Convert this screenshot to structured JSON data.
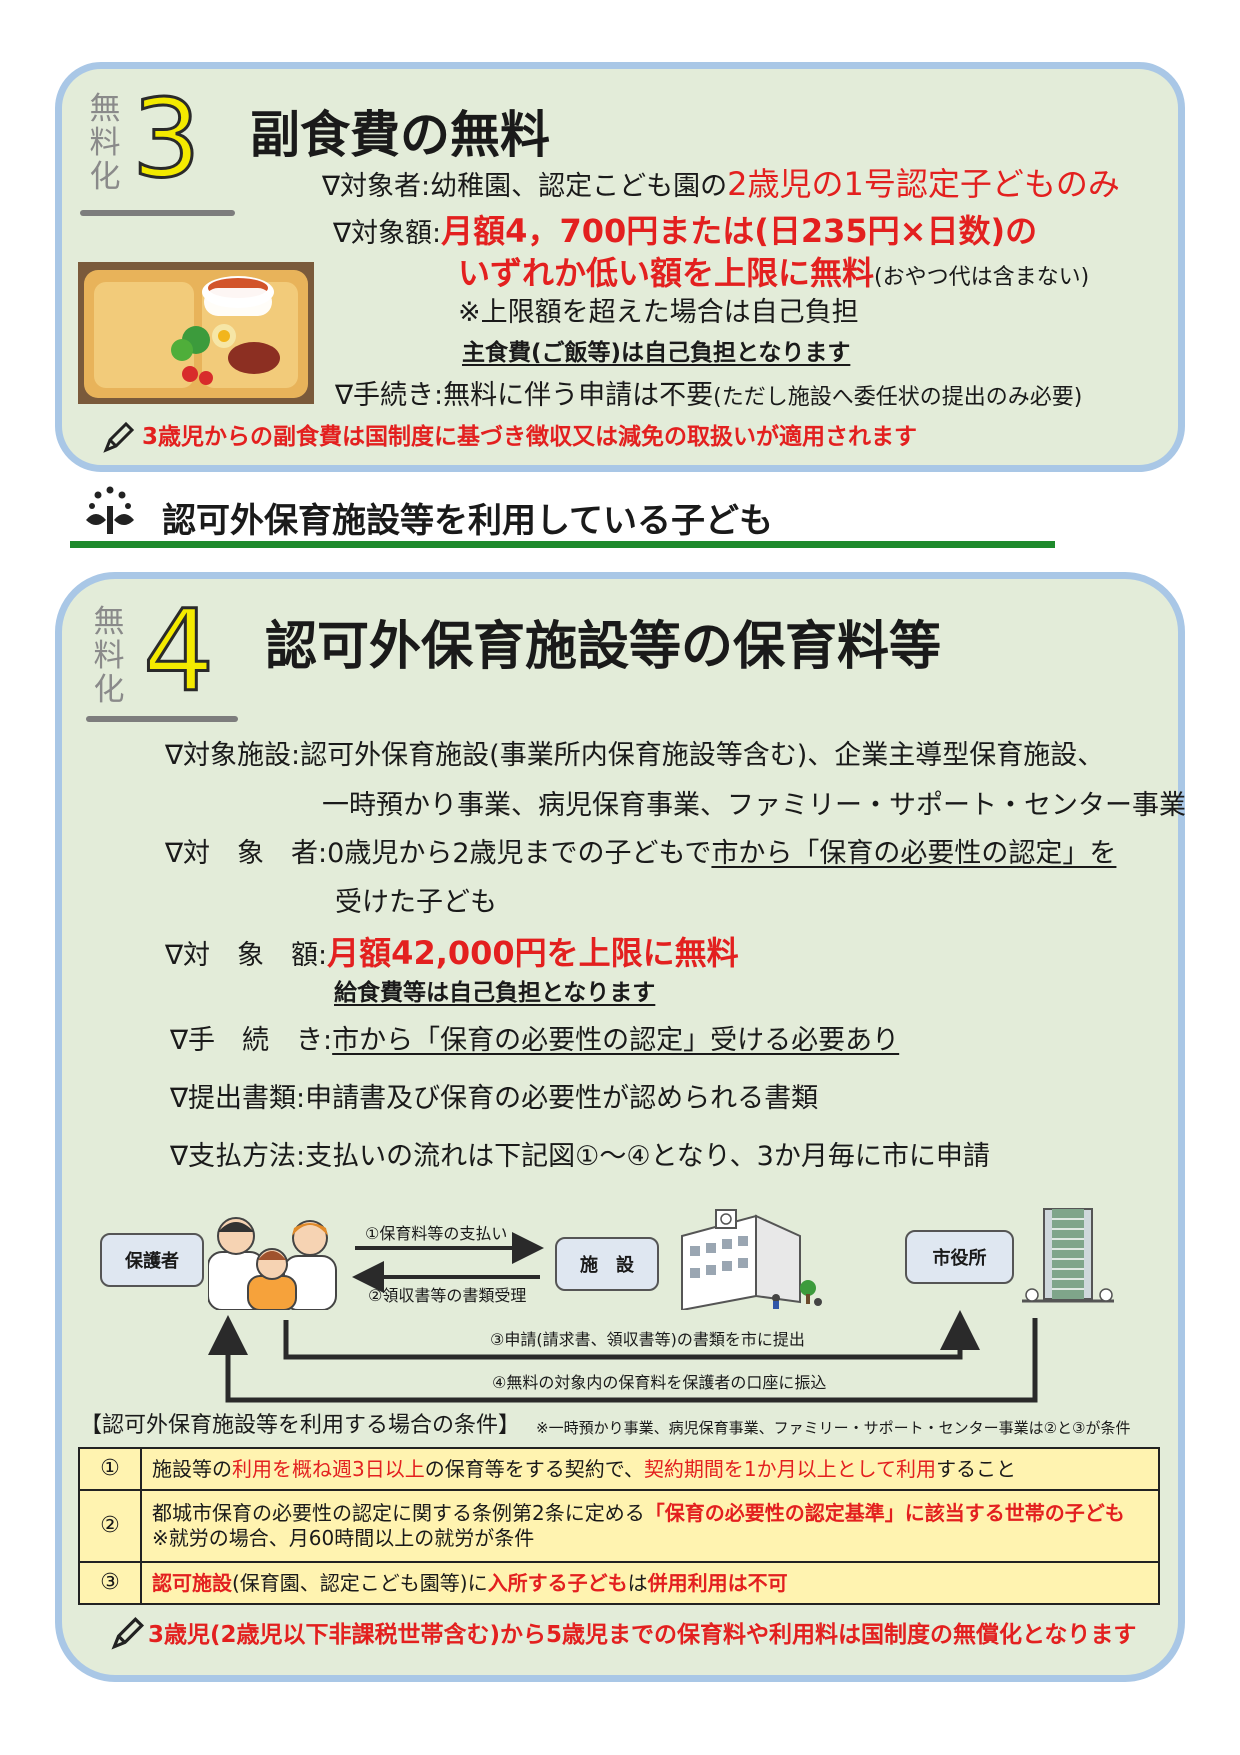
{
  "section3": {
    "vertical_label": "無料化",
    "number": "3",
    "title": "副食費の無料",
    "target_prefix": "∇対象者:幼稚園、認定こども園の",
    "target_highlight": "2歳児の1号認定子どものみ",
    "amount_label": "∇対象額:",
    "amount_line1": "月額4，700円または(日235円×日数)の",
    "amount_line2_red": "いずれか低い額を上限に無料",
    "amount_line2_note": "(おやつ代は含まない)",
    "excess_note": "※上限額を超えた場合は自己負担",
    "staple_note": "主食費(ご飯等)は自己負担となります",
    "procedure": "∇手続き:無料に伴う申請は不要",
    "procedure_note": "(ただし施設へ委任状の提出のみ必要)",
    "footnote": "3歳児からの副食費は国制度に基づき徴収又は減免の取扱いが適用されます"
  },
  "heading": {
    "text": "認可外保育施設等を利用している子ども"
  },
  "section4": {
    "vertical_label": "無料化",
    "number": "4",
    "title": "認可外保育施設等の保育料等",
    "facility_line1": "∇対象施設:認可外保育施設(事業所内保育施設等含む)、企業主導型保育施設、",
    "facility_line2": "一時預かり事業、病児保育事業、ファミリー・サポート・センター事業",
    "target_prefix": "∇対　象　者:0歳児から2歳児までの子どもで",
    "target_underlined": "市から「保育の必要性の認定」を",
    "target_line2": "受けた子ども",
    "amount_label": "∇対　象　額:",
    "amount_value": "月額42,000円を上限に無料",
    "meal_note": "給食費等は自己負担となります",
    "procedure_label": "∇手　続　き:",
    "procedure_value": "市から「保育の必要性の認定」受ける必要あり",
    "documents": "∇提出書類:申請書及び保育の必要性が認められる書類",
    "payment": "∇支払方法:支払いの流れは下記図①～④となり、3か月毎に市に申請"
  },
  "flow": {
    "guardian": "保護者",
    "facility": "施　設",
    "city": "市役所",
    "step1": "①保育料等の支払い",
    "step2": "②領収書等の書類受理",
    "step3": "③申請(請求書、領収書等)の書類を市に提出",
    "step4": "④無料の対象内の保育料を保護者の口座に振込"
  },
  "conditions": {
    "title": "【認可外保育施設等を利用する場合の条件】",
    "note": "※一時預かり事業、病児保育事業、ファミリー・サポート・センター事業は②と③が条件",
    "rows": [
      {
        "num": "①",
        "t1": "施設等の",
        "r1": "利用を概ね週3日以上",
        "t2": "の保育等をする契約で、",
        "r2": "契約期間を1か月以上として利用",
        "t3": "すること"
      },
      {
        "num": "②",
        "t1": "都城市保育の必要性の認定に関する条例第2条に定める",
        "r1": "「保育の必要性の認定基準」に該当する世帯の子ども",
        "t2": "※就労の場合、月60時間以上の就労が条件"
      },
      {
        "num": "③",
        "r1": "認可施設",
        "t1": "(保育園、認定こども園等)に",
        "r2": "入所する子ども",
        "t2": "は",
        "r3": "併用利用は不可"
      }
    ]
  },
  "footer": {
    "text": "3歳児(2歳児以下非課税世帯含む)から5歳児までの保育料や利用料は国制度の無償化となります"
  },
  "colors": {
    "card_bg": "#e3ecd9",
    "card_border": "#a9c7e6",
    "accent_red": "#e3201f",
    "number_yellow": "#f4ea00",
    "heading_rule": "#1e8a2c",
    "table_bg": "#fff3b0"
  }
}
